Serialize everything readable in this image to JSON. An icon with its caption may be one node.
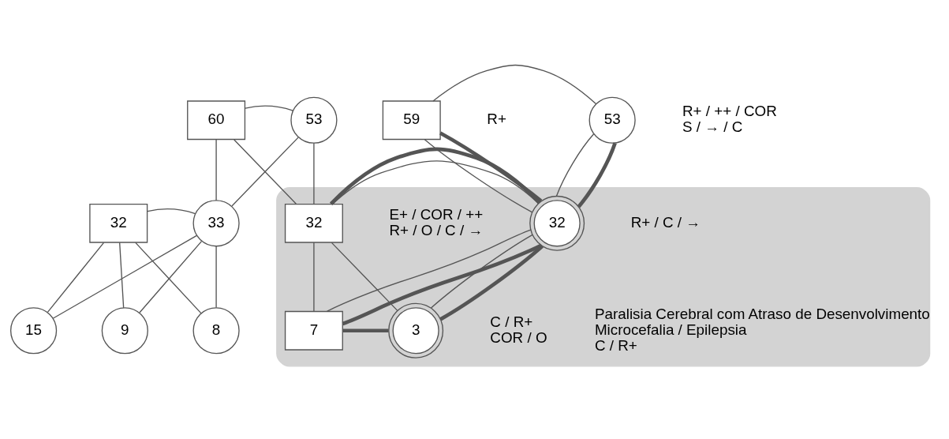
{
  "diagram": {
    "nodes": [
      {
        "text": [
          "60"
        ]
      },
      {
        "text": [
          "53"
        ]
      },
      {
        "text": [
          "32"
        ]
      },
      {
        "text": [
          "33"
        ]
      },
      {
        "text": [
          "15"
        ]
      },
      {
        "text": [
          "9"
        ]
      },
      {
        "text": [
          "8"
        ]
      },
      {
        "text": [
          "59"
        ],
        "beside": [
          "R+"
        ]
      },
      {
        "text": [
          "53"
        ],
        "beside": [
          "R+ / ++ / COR",
          "S / → / C"
        ]
      },
      {
        "text": [],
        "shape": "ellipse"
      },
      {
        "text": [
          "32"
        ],
        "in": 9,
        "beside": [
          "E+ / COR / ++",
          "R+ / O / C / →"
        ]
      },
      {
        "text": [
          "32"
        ],
        "in": 9,
        "beside": [
          "R+ / C / →"
        ]
      },
      {
        "text": [
          "7"
        ],
        "in": 9,
        "beside": [
          "C / R+",
          "COR / O"
        ]
      },
      {
        "text": [
          "3"
        ],
        "in": 9,
        "beside": [
          "Paralisia Cerebral com Atraso de Desenvolvimento",
          "Microcefalia / Epilepsia",
          "C / R+"
        ]
      }
    ],
    "edges": [
      {
        "from": 0,
        "to": 1,
        "arrow": "none"
      },
      {
        "from": 0,
        "to": 3,
        "arrow": "none"
      },
      {
        "from": 1,
        "to": 3,
        "arrow": "none"
      },
      {
        "from": 0,
        "to": 10,
        "arrow": "none"
      },
      {
        "from": 1,
        "to": 10,
        "arrow": "none"
      },
      {
        "from": 2,
        "to": 3,
        "arrow": "none"
      },
      {
        "from": 2,
        "to": 4,
        "arrow": "none"
      },
      {
        "from": 3,
        "to": 4,
        "arrow": "none"
      },
      {
        "from": 2,
        "to": 5,
        "arrow": "none"
      },
      {
        "from": 3,
        "to": 5,
        "arrow": "none"
      },
      {
        "from": 2,
        "to": 6,
        "arrow": "none"
      },
      {
        "from": 3,
        "to": 6,
        "arrow": "none"
      },
      {
        "from": 7,
        "to": 8,
        "arrow": "none"
      },
      {
        "from": 7,
        "to": 11,
        "arrow": "none"
      },
      {
        "from": 8,
        "to": 11,
        "arrow": "none"
      },
      {
        "from": 7,
        "to": 11,
        "arrow": "none",
        "style": "thick"
      },
      {
        "from": 8,
        "to": 11,
        "arrow": "none",
        "style": "thick"
      },
      {
        "from": 10,
        "to": 11,
        "arrow": "none"
      },
      {
        "from": 10,
        "to": 11,
        "arrow": "none",
        "style": "thick"
      },
      {
        "from": 10,
        "to": 12,
        "arrow": "none"
      },
      {
        "from": 11,
        "to": 12,
        "arrow": "none"
      },
      {
        "from": 10,
        "to": 13,
        "arrow": "none"
      },
      {
        "from": 11,
        "to": 13,
        "arrow": "none"
      },
      {
        "from": 11,
        "to": 12,
        "arrow": "none",
        "style": "thick"
      },
      {
        "from": 11,
        "to": 13,
        "arrow": "none",
        "style": "thick"
      },
      {
        "from": 12,
        "to": 13,
        "arrow": "none",
        "style": "thick"
      }
    ]
  }
}
